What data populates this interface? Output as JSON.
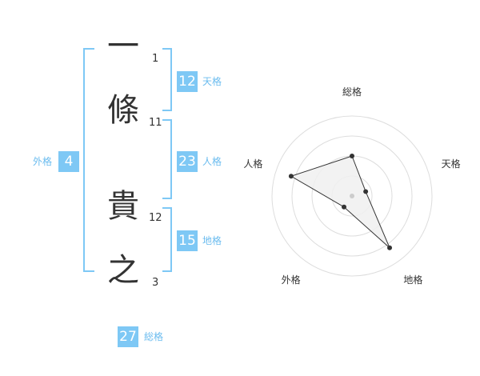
{
  "name": {
    "chars": [
      {
        "char": "一",
        "strokes": "1"
      },
      {
        "char": "條",
        "strokes": "11"
      },
      {
        "char": "貴",
        "strokes": "12"
      },
      {
        "char": "之",
        "strokes": "3"
      }
    ]
  },
  "fortune": {
    "tenkaku": {
      "value": "12",
      "label": "天格"
    },
    "jinkaku": {
      "value": "23",
      "label": "人格"
    },
    "chikaku": {
      "value": "15",
      "label": "地格"
    },
    "gaikaku": {
      "value": "4",
      "label": "外格"
    },
    "soukaku": {
      "value": "27",
      "label": "総格"
    }
  },
  "colors": {
    "accent": "#7ec8f5",
    "label": "#6bbcef",
    "text": "#333333"
  },
  "chart_data": {
    "type": "radar",
    "axes": [
      "総格",
      "天格",
      "地格",
      "外格",
      "人格"
    ],
    "values": [
      2.5,
      0.9,
      4.0,
      0.85,
      4.0
    ],
    "rmax": 5,
    "rings": 4
  }
}
